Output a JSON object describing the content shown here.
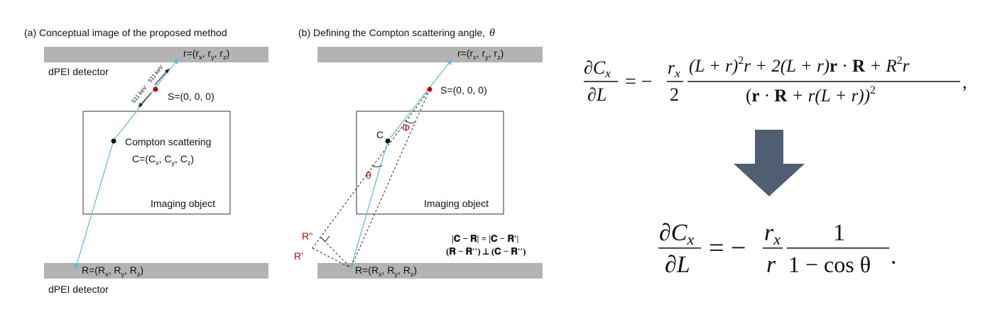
{
  "panel_a": {
    "title": "(a) Conceptual image of the proposed method",
    "top_detector_label": "dPEI detector",
    "bottom_detector_label": "dPEI detector",
    "point_r": {
      "pre": "r=(r",
      "s1": "x",
      "m1": ", r",
      "s2": "y",
      "m2": ", r",
      "s3": "z",
      "post": ")"
    },
    "point_s": "S=(0, 0, 0)",
    "energy_1": "511 keV",
    "energy_2": "511 keV",
    "scatter_label": "Compton scattering",
    "point_c": {
      "pre": "C=(C",
      "s1": "x",
      "m1": ", C",
      "s2": "y",
      "m2": ", C",
      "s3": "z",
      "post": ")"
    },
    "object_label": "Imaging object",
    "point_R": {
      "pre": "R=(R",
      "s1": "x",
      "m1": ", R",
      "s2": "y",
      "m2": ", R",
      "s3": "z",
      "post": ")"
    }
  },
  "panel_b": {
    "title": "(b) Defining the Compton scattering angle,",
    "title_symbol": "θ",
    "point_r": {
      "pre": "r=(r",
      "s1": "x",
      "m1": ", r",
      "s2": "y",
      "m2": ", r",
      "s3": "z",
      "post": ")"
    },
    "point_s": "S=(0, 0, 0)",
    "point_c": "C",
    "phi": "Φ",
    "theta": "θ",
    "object_label": "Imaging object",
    "r_double_prime": "R''",
    "r_prime": "R'",
    "eq_1": "|𝐂 − 𝐑| = |𝐂 − 𝐑′|",
    "eq_2": "(𝐑 − 𝐑′′) ⊥ (𝐂 − 𝐑′′)",
    "point_R": {
      "pre": "R=(R",
      "s1": "x",
      "m1": ", R",
      "s2": "y",
      "m2": ", R",
      "s3": "z",
      "post": ")"
    }
  },
  "equation_top": {
    "lhs_num": "∂C",
    "lhs_num_sub": "x",
    "lhs_den": "∂L",
    "eq_minus": "= −",
    "coef_num": "r",
    "coef_num_sub": "x",
    "coef_den": "2",
    "num_a": "(L + r)",
    "num_a_sup": "2",
    "num_b": "r + 2(L + r)",
    "num_bold_r": "r",
    "num_dot": " · ",
    "num_bold_R": "R",
    "num_c": " + R",
    "num_c_sup": "2",
    "num_d": "r",
    "den_open": "(",
    "den_bold_r": "r",
    "den_dot": " · ",
    "den_bold_R": "R",
    "den_rest": " + r(L + r))",
    "den_sup": "2",
    "trail": ","
  },
  "equation_bottom": {
    "lhs_num": "∂C",
    "lhs_num_sub": "x",
    "lhs_den": "∂L",
    "eq_minus": "= −",
    "coef_num": "r",
    "coef_num_sub": "x",
    "coef_den": "r",
    "frac_num": "1",
    "frac_den": "1 − cos θ",
    "trail": "."
  },
  "colors": {
    "detector": "#b3b3b3",
    "ray": "#5bc0de",
    "source": "#c00000",
    "arrow": "#4f5f71",
    "label_red": "#c00000"
  }
}
